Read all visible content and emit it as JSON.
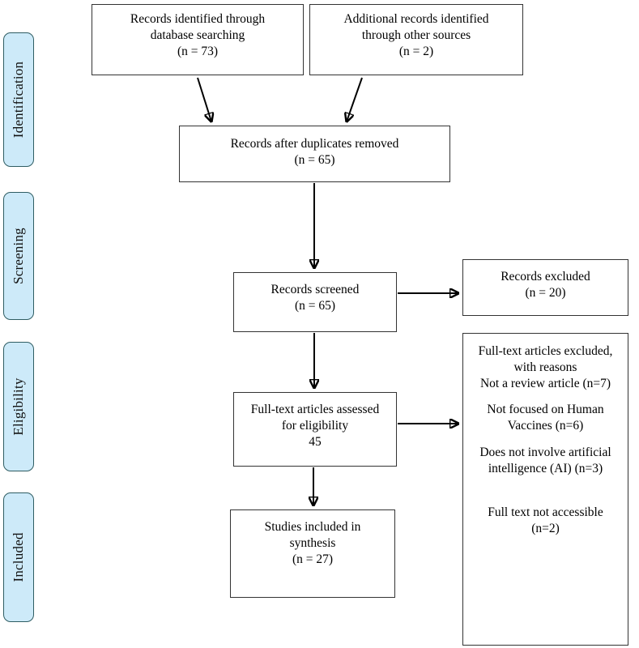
{
  "diagram": {
    "title": "PRISMA flow diagram",
    "accent_color": "#cdeaf9",
    "accent_border_color": "#2f5d63",
    "box_border_color": "#333333"
  },
  "stages": [
    {
      "id": "identification",
      "label": "Identification"
    },
    {
      "id": "screening",
      "label": "Screening"
    },
    {
      "id": "eligibility",
      "label": "Eligibility"
    },
    {
      "id": "included",
      "label": "Included"
    }
  ],
  "boxes": {
    "records_database": {
      "line1": "Records identified through",
      "line2": "database searching",
      "line3": "(n = 73)"
    },
    "records_other": {
      "line1": "Additional records identified",
      "line2": "through other sources",
      "line3": "(n = 2)"
    },
    "duplicates_removed": {
      "line1": "Records after duplicates removed",
      "line2": "(n = 65)"
    },
    "records_screened": {
      "line1": "Records screened",
      "line2": "(n = 65)"
    },
    "records_excluded": {
      "line1": "Records excluded",
      "line2": "(n = 20)"
    },
    "fulltext_assessed": {
      "line1": "Full-text articles assessed",
      "line2": "for eligibility",
      "line3": "45"
    },
    "fulltext_excluded": {
      "line1": "Full-text articles excluded,",
      "line2": "with reasons",
      "line3": "Not a review article (n=7)",
      "line4": "Not focused on Human",
      "line5": "Vaccines (n=6)",
      "line6": "Does not involve artificial",
      "line7": "intelligence (AI) (n=3)",
      "line8": "Full text not accessible",
      "line9": "(n=2)"
    },
    "studies_included": {
      "line1": "Studies included in",
      "line2": "synthesis",
      "line3": "(n = 27)"
    }
  },
  "chart_data": {
    "type": "diagram",
    "title": "PRISMA flow diagram",
    "nodes": [
      {
        "id": "records_database",
        "label": "Records identified through database searching",
        "n": 73,
        "stage": "Identification"
      },
      {
        "id": "records_other",
        "label": "Additional records identified through other sources",
        "n": 2,
        "stage": "Identification"
      },
      {
        "id": "duplicates_removed",
        "label": "Records after duplicates removed",
        "n": 65,
        "stage": "Identification"
      },
      {
        "id": "records_screened",
        "label": "Records screened",
        "n": 65,
        "stage": "Screening"
      },
      {
        "id": "records_excluded",
        "label": "Records excluded",
        "n": 20,
        "stage": "Screening"
      },
      {
        "id": "fulltext_assessed",
        "label": "Full-text articles assessed for eligibility",
        "n": 45,
        "stage": "Eligibility"
      },
      {
        "id": "fulltext_excluded",
        "label": "Full-text articles excluded, with reasons",
        "stage": "Eligibility",
        "reasons": [
          {
            "label": "Not a review article",
            "n": 7
          },
          {
            "label": "Not focused on Human Vaccines",
            "n": 6
          },
          {
            "label": "Does not involve artificial intelligence (AI)",
            "n": 3
          },
          {
            "label": "Full text not accessible",
            "n": 2
          }
        ]
      },
      {
        "id": "studies_included",
        "label": "Studies included in synthesis",
        "n": 27,
        "stage": "Included"
      }
    ],
    "edges": [
      {
        "from": "records_database",
        "to": "duplicates_removed"
      },
      {
        "from": "records_other",
        "to": "duplicates_removed"
      },
      {
        "from": "duplicates_removed",
        "to": "records_screened"
      },
      {
        "from": "records_screened",
        "to": "records_excluded"
      },
      {
        "from": "records_screened",
        "to": "fulltext_assessed"
      },
      {
        "from": "fulltext_assessed",
        "to": "fulltext_excluded"
      },
      {
        "from": "fulltext_assessed",
        "to": "studies_included"
      }
    ]
  }
}
